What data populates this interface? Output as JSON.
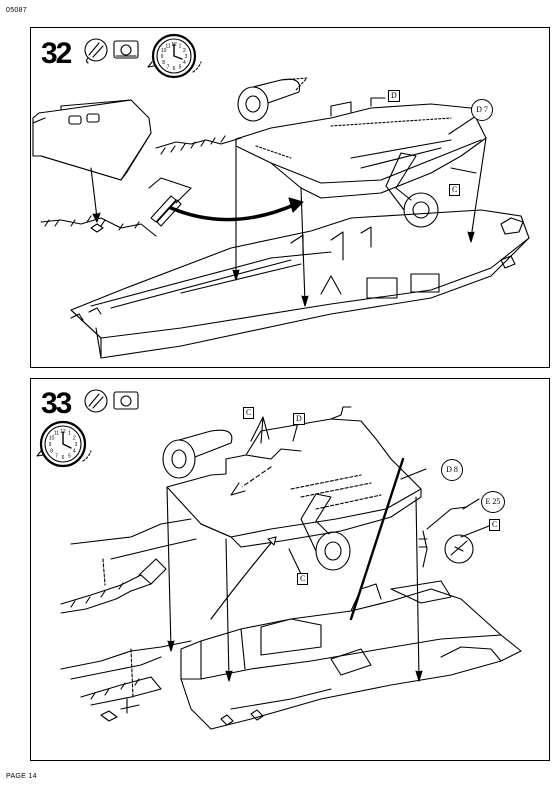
{
  "page": {
    "code": "05087",
    "footer": "PAGE 14"
  },
  "steps": [
    {
      "number": "32",
      "parts": [
        {
          "label": "D",
          "kind": "box"
        },
        {
          "label": "D 7",
          "kind": "circle"
        },
        {
          "label": "C",
          "kind": "box"
        }
      ],
      "clock": {
        "numerals": [
          "12",
          "1",
          "2",
          "3",
          "4",
          "5",
          "6",
          "7",
          "8",
          "9",
          "10",
          "11"
        ]
      }
    },
    {
      "number": "33",
      "parts": [
        {
          "label": "C",
          "kind": "box"
        },
        {
          "label": "D",
          "kind": "box"
        },
        {
          "label": "D 8",
          "kind": "circle"
        },
        {
          "label": "E 25",
          "kind": "circle"
        },
        {
          "label": "C",
          "kind": "box"
        },
        {
          "label": "C",
          "kind": "box"
        }
      ],
      "clock": {
        "numerals": [
          "12",
          "1",
          "2",
          "3",
          "4",
          "5",
          "6",
          "7",
          "8",
          "9",
          "10",
          "11"
        ]
      }
    }
  ]
}
